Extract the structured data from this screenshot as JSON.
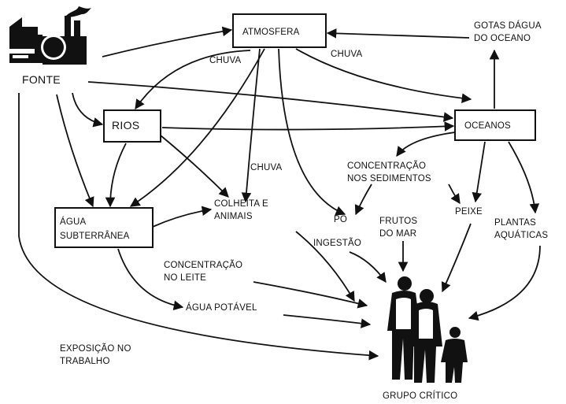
{
  "nodes": {
    "fonte": "FONTE",
    "atmosfera": "ATMOSFERA",
    "gotas_line1": "GOTAS DÁGUA",
    "gotas_line2": "DO OCEANO",
    "rios": "RIOS",
    "oceanos": "OCEANOS",
    "agua_subterranea_line1": "ÁGUA",
    "agua_subterranea_line2": "SUBTERRÂNEA",
    "colheita_line1": "COLHEITA E",
    "colheita_line2": "ANIMAIS",
    "concentracao_sedimentos_line1": "CONCENTRAÇÃO",
    "concentracao_sedimentos_line2": "NOS SEDIMENTOS",
    "po": "PÓ",
    "ingestao": "INGESTÃO",
    "frutos_line1": "FRUTOS",
    "frutos_line2": "DO MAR",
    "peixe": "PEIXE",
    "plantas_line1": "PLANTAS",
    "plantas_line2": "AQUÁTICAS",
    "concentracao_leite_line1": "CONCENTRAÇÃO",
    "concentracao_leite_line2": "NO LEITE",
    "agua_potavel": "ÁGUA POTÁVEL",
    "exposicao_line1": "EXPOSIÇÃO NO",
    "exposicao_line2": "TRABALHO",
    "grupo_critico": "GRUPO CRÍTICO"
  },
  "edge_labels": {
    "chuva_left": "CHUVA",
    "chuva_right": "CHUVA",
    "chuva_middle": "CHUVA"
  },
  "icons": {
    "factory": "factory-icon",
    "family": "family-icon"
  }
}
